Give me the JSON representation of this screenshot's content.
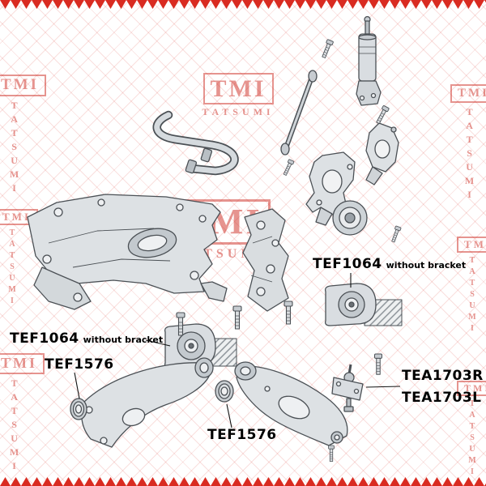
{
  "brand": {
    "tmi": "TMI",
    "tatsumi": "TATSUMI"
  },
  "colors": {
    "accent": "#d92b21",
    "line_art": "#4b5055"
  },
  "part_labels": {
    "tef1064_right": {
      "code": "TEF1064",
      "note": "without bracket"
    },
    "tef1064_left": {
      "code": "TEF1064",
      "note": "without bracket"
    },
    "tef1576_front": {
      "code": "TEF1576"
    },
    "tef1576_rear": {
      "code": "TEF1576"
    },
    "tea1703r": {
      "code": "TEA1703R"
    },
    "tea1703l": {
      "code": "TEA1703L"
    }
  }
}
